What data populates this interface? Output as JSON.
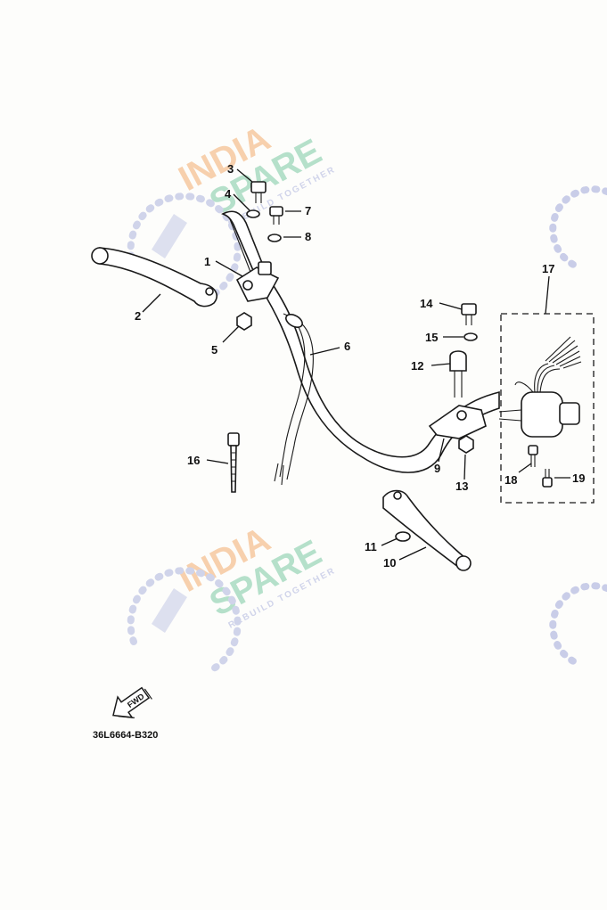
{
  "diagram": {
    "part_code": "36L6664-B320",
    "fwd_label": "FWD",
    "watermark": {
      "line1": "INDIA",
      "line2": "SPARE",
      "tagline": "REBUILD TOGETHER"
    },
    "callouts": [
      "1",
      "2",
      "3",
      "4",
      "5",
      "6",
      "7",
      "8",
      "9",
      "10",
      "11",
      "12",
      "13",
      "14",
      "15",
      "16",
      "17",
      "18",
      "19"
    ],
    "colors": {
      "ink": "#1a1a1a",
      "watermark_orange": "#f7c9a0",
      "watermark_green": "#a9dcc2",
      "watermark_blue": "#c9cde8"
    }
  }
}
